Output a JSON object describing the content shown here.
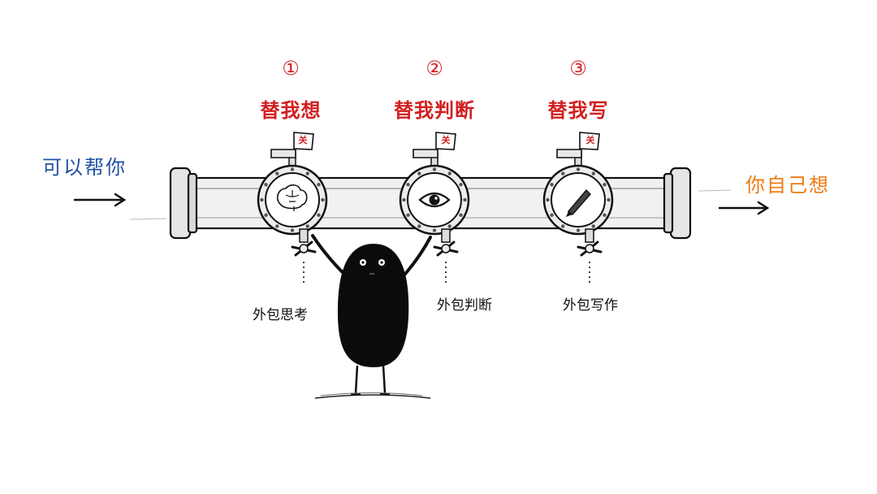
{
  "input_label": "可以帮你",
  "output_label": "你自己想",
  "valves": [
    {
      "number": "①",
      "title": "替我想",
      "tag": "关",
      "note": "外包思考",
      "icon": "brain-icon"
    },
    {
      "number": "②",
      "title": "替我判断",
      "tag": "关",
      "note": "外包判断",
      "icon": "eye-icon"
    },
    {
      "number": "③",
      "title": "替我写",
      "tag": "关",
      "note": "外包写作",
      "icon": "pencil-icon"
    }
  ],
  "colors": {
    "input": "#1f4fa8",
    "output": "#ef7a12",
    "valve_title": "#d21f1f",
    "ink": "#111111"
  }
}
